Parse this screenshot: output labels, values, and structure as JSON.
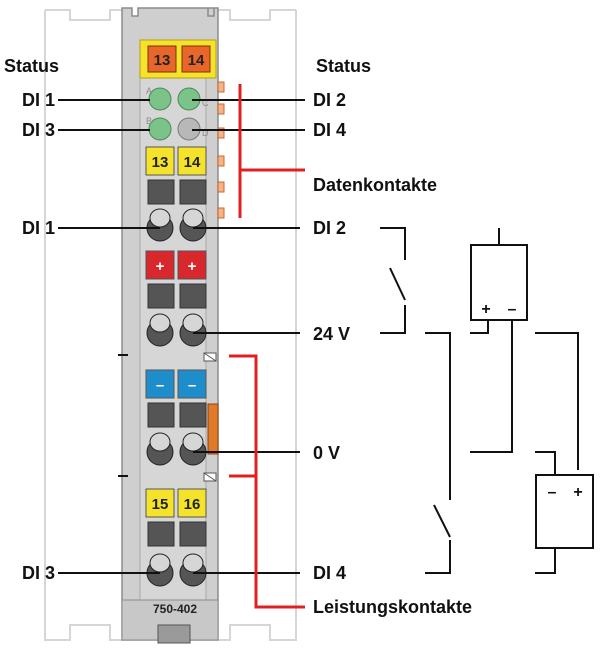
{
  "labels": {
    "status_left": "Status",
    "status_right": "Status",
    "di1_led": "DI 1",
    "di2_led": "DI 2",
    "di3_led": "DI 3",
    "di4_led": "DI 4",
    "datenkontakte": "Datenkontakte",
    "di1_conn": "DI 1",
    "di2_conn": "DI 2",
    "v24": "24 V",
    "v0": "0 V",
    "di3_conn": "DI 3",
    "di4_conn": "DI 4",
    "leistungskontakte": "Leistungskontakte"
  },
  "module": {
    "model": "750-402",
    "top_tag_left": "13",
    "top_tag_right": "14",
    "tag_a_left": "13",
    "tag_a_right": "14",
    "tag_plus": "+",
    "tag_minus": "–",
    "tag_b_left": "15",
    "tag_b_right": "16",
    "led_a": "A",
    "led_b": "B",
    "led_c": "C",
    "led_d": "D"
  },
  "circuit": {
    "supply_top_plus": "+",
    "supply_top_minus": "–",
    "supply_bottom_minus": "–",
    "supply_bottom_plus": "+"
  },
  "colors": {
    "module_body": "#d0d0d0",
    "led_green": "#7cc38a",
    "led_grey": "#b4b4b4",
    "tag_yellow": "#f5e22a",
    "tag_orange": "#e8662a",
    "tag_red": "#d9272e",
    "tag_blue": "#1e8ecb",
    "contact_accent": "#e07a2a",
    "bracket_red": "#e02020"
  }
}
